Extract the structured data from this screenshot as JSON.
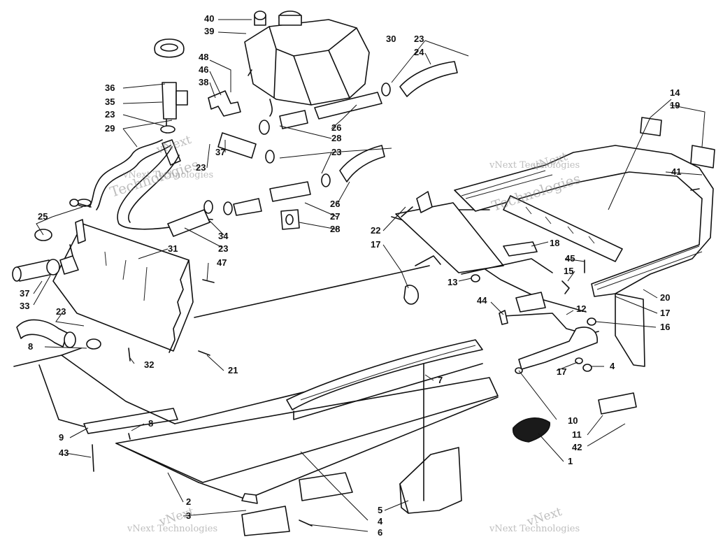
{
  "watermark": {
    "brand": "vNext",
    "name": "Technologies",
    "line": "vNext Technologies"
  },
  "callouts": [
    "40",
    "39",
    "36",
    "35",
    "23",
    "29",
    "48",
    "46",
    "38",
    "23",
    "24",
    "26",
    "28",
    "23",
    "37",
    "23",
    "25",
    "26",
    "27",
    "28",
    "34",
    "23",
    "30",
    "31",
    "47",
    "37",
    "33",
    "23",
    "8",
    "32",
    "21",
    "22",
    "17",
    "13",
    "14",
    "19",
    "41",
    "18",
    "45",
    "15",
    "44",
    "12",
    "20",
    "17",
    "16",
    "17",
    "4",
    "7",
    "9",
    "8",
    "43",
    "10",
    "11",
    "42",
    "1",
    "2",
    "3",
    "5",
    "4",
    "6"
  ]
}
